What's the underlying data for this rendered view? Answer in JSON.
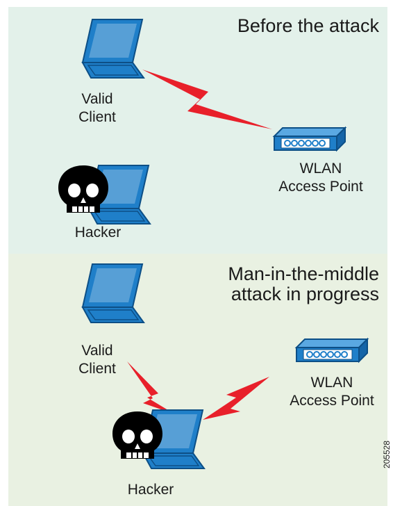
{
  "panels": {
    "before": {
      "title": "Before the attack",
      "client_label_1": "Valid",
      "client_label_2": "Client",
      "ap_label_1": "WLAN",
      "ap_label_2": "Access Point",
      "hacker_label": "Hacker"
    },
    "during": {
      "title_1": "Man-in-the-middle",
      "title_2": "attack in progress",
      "client_label_1": "Valid",
      "client_label_2": "Client",
      "ap_label_1": "WLAN",
      "ap_label_2": "Access Point",
      "hacker_label": "Hacker"
    }
  },
  "figure_id": "205528",
  "colors": {
    "top_bg": "#e3f1ea",
    "bottom_bg": "#e9f1e2",
    "device_blue": "#1f7fc9",
    "link_red": "#e8202a",
    "skull": "#000000"
  },
  "icons": [
    "laptop-icon",
    "access-point-icon",
    "skull-icon",
    "wireless-link-icon"
  ]
}
